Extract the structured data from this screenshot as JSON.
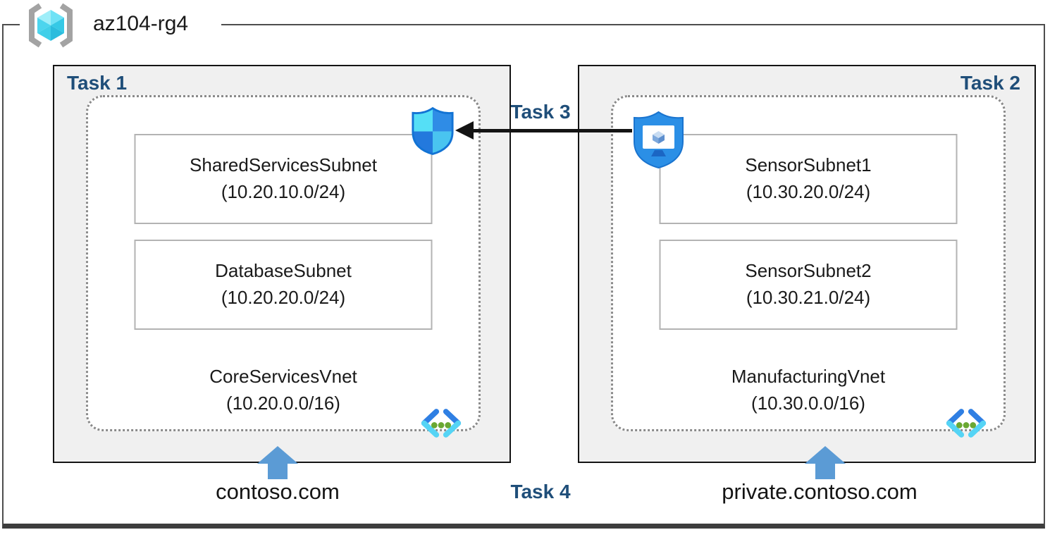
{
  "header": {
    "resource_group": "az104-rg4"
  },
  "left_vnet": {
    "task_label": "Task 1",
    "subnet1": {
      "name": "SharedServicesSubnet",
      "cidr": "(10.20.10.0/24)"
    },
    "subnet2": {
      "name": "DatabaseSubnet",
      "cidr": "(10.20.20.0/24)"
    },
    "name": "CoreServicesVnet",
    "cidr": "(10.20.0.0/16)",
    "dns_domain": "contoso.com"
  },
  "right_vnet": {
    "task_label": "Task 2",
    "subnet1": {
      "name": "SensorSubnet1",
      "cidr": "(10.30.20.0/24)"
    },
    "subnet2": {
      "name": "SensorSubnet2",
      "cidr": "(10.30.21.0/24)"
    },
    "name": "ManufacturingVnet",
    "cidr": "(10.30.0.0/16)",
    "dns_domain": "private.contoso.com"
  },
  "annotations": {
    "peering_task": "Task 3",
    "dns_task": "Task 4"
  },
  "icons": {
    "resource_group": "resource-group-icon",
    "security_shield": "security-shield-icon",
    "bastion": "bastion-shield-monitor-icon",
    "virtual_network": "virtual-network-icon",
    "up_arrow": "up-arrow-icon",
    "peering_arrow": "left-arrow"
  },
  "colors": {
    "task_label": "#1F4E79",
    "box_fill": "#F0F0F0",
    "box_border": "#141414",
    "dashed_border": "#8A8A8A",
    "subnet_border": "#B3B3B3",
    "blue_arrow": "#5B9BD5",
    "black_arrow": "#141414",
    "frame": "#4D4D4D"
  }
}
